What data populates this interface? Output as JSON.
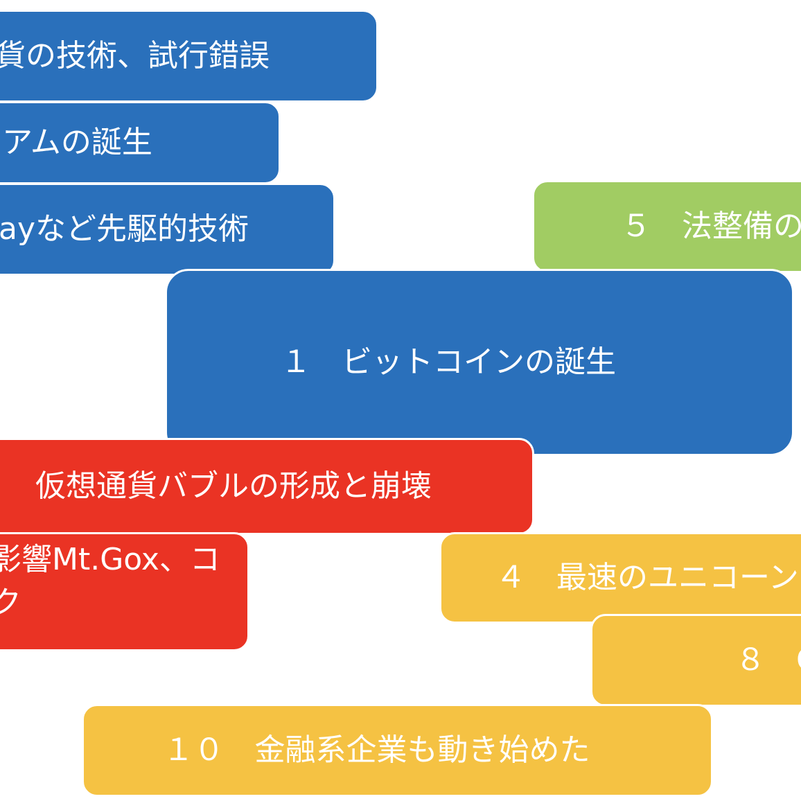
{
  "colors": {
    "blue": "#2a70bb",
    "green": "#a1cc63",
    "red": "#ea3324",
    "yellow": "#f5c243",
    "text": "#ffffff"
  },
  "boxes": {
    "b1": "貨の技術、試行錯誤",
    "b2": "アムの誕生",
    "b3": "ayなど先駆的技術",
    "b4": "５　法整備の",
    "b5": "１　ビットコインの誕生",
    "b6": "仮想通貨バブルの形成と崩壊",
    "b7_line1": "影響Mt.Gox、コ",
    "b7_line2": "ク",
    "b8": "４　最速のユニコーン",
    "b9": "８　C",
    "b10": "１０　金融系企業も動き始めた"
  }
}
